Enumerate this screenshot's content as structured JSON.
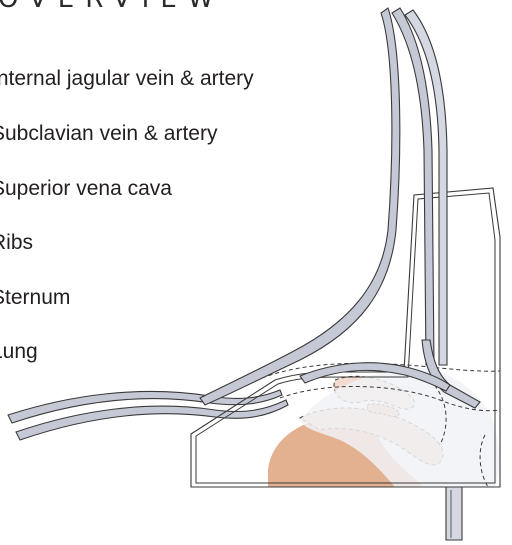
{
  "title": "OVERVIEW",
  "labels": [
    "Internal jagular vein & artery",
    "Subclavian vein & artery",
    "Superior vena cava",
    "Ribs",
    "Sternum",
    "Lung"
  ],
  "colors": {
    "vessel_fill": "#c5c9d6",
    "vessel_stroke": "#3a3a3a",
    "rib_fill": "#e3b190",
    "rib_light_fill": "#f3dccf",
    "lung_fill": "#f1f2f6",
    "text": "#231f20"
  }
}
